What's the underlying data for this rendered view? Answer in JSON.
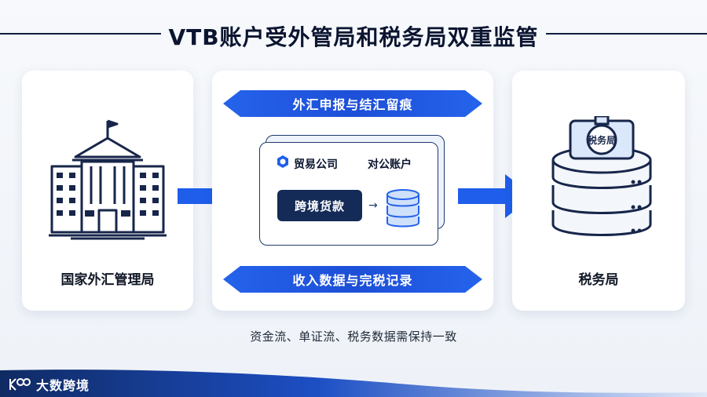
{
  "title": "VTB账户受外管局和税务局双重监管",
  "left_card": {
    "label": "国家外汇管理局",
    "icon": "government-building-icon"
  },
  "middle": {
    "top_banner": "外汇申报与结汇留痕",
    "bottom_banner": "收入数据与完税记录",
    "company": "贸易公司",
    "account": "对公账户",
    "payment": "跨境货款",
    "small_arrow": "→"
  },
  "right_card": {
    "label": "税务局",
    "icon": "database-with-tax-seal-icon",
    "seal_text": "税务局"
  },
  "caption": "资金流、单证流、税务数据需保持一致",
  "brand": {
    "name": "大数跨境",
    "logo": "brand-logo-icon"
  },
  "colors": {
    "accent": "#2563eb",
    "navy": "#142a57",
    "line": "#0f1f3d"
  }
}
